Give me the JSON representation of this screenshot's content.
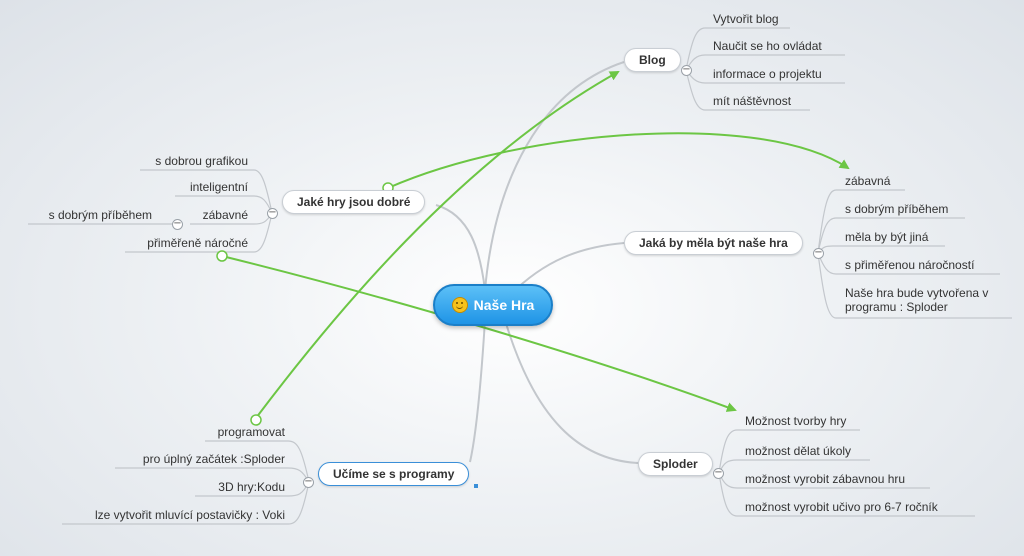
{
  "central": {
    "label": "Naše Hra",
    "icon": "smiley-icon"
  },
  "blog": {
    "label": "Blog",
    "items": [
      "Vytvořit blog",
      "Naučit se ho ovládat",
      "informace o projektu",
      "mít náštěvnost"
    ]
  },
  "jake_hry": {
    "label": "Jaké hry jsou dobré",
    "items": [
      "s dobrou grafikou",
      "inteligentní",
      "zábavné",
      "přiměřeně náročné"
    ],
    "subitem": "s dobrým příběhem"
  },
  "jaka_by": {
    "label": "Jaká by měla být naše hra",
    "items": [
      "zábavná",
      "s dobrým příběhem",
      "měla by být jiná",
      "s přiměřenou náročností"
    ],
    "last_line1": "Naše hra bude vytvořena v",
    "last_line2": "programu : Sploder"
  },
  "ucime": {
    "label": "Učíme se s programy",
    "items": [
      "programovat",
      "pro úplný začátek :Sploder",
      "3D hry:Kodu",
      "lze vytvořit mluvící postavičky : Voki"
    ]
  },
  "sploder": {
    "label": "Sploder",
    "items": [
      "Možnost tvorby hry",
      "možnost dělat úkoly",
      "možnost vyrobit zábavnou hru",
      "možnost vyrobit učivo pro 6-7 ročník"
    ]
  },
  "collapse_symbol": "−",
  "colors": {
    "branch": "#c3c7cc",
    "link": "#6cc644",
    "central_fill": "#2a9ee9",
    "selected": "#3a8fd8"
  }
}
